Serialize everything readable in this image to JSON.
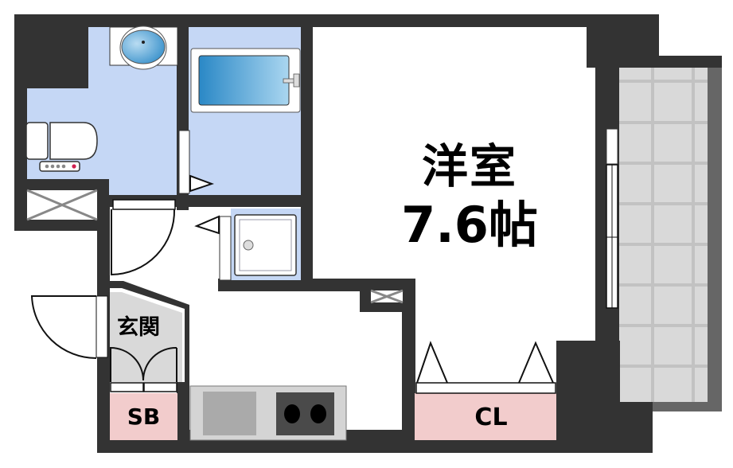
{
  "floor_plan": {
    "rooms": {
      "western_room": {
        "name": "洋室",
        "size": "7.6帖"
      },
      "entrance": {
        "name": "玄関"
      },
      "shoe_box": {
        "name": "SB"
      },
      "closet": {
        "name": "CL"
      }
    },
    "fixtures": [
      "toilet",
      "washbasin",
      "bathtub",
      "washing-machine-pan",
      "kitchen-sink",
      "two-burner-stove",
      "balcony"
    ],
    "colors": {
      "wall": "#333333",
      "wet_area": "#c5d7f5",
      "storage": "#f2cccc",
      "entrance_floor": "#d9d9d9",
      "balcony": "#d9d9d9",
      "balcony_rail": "#666666"
    }
  }
}
